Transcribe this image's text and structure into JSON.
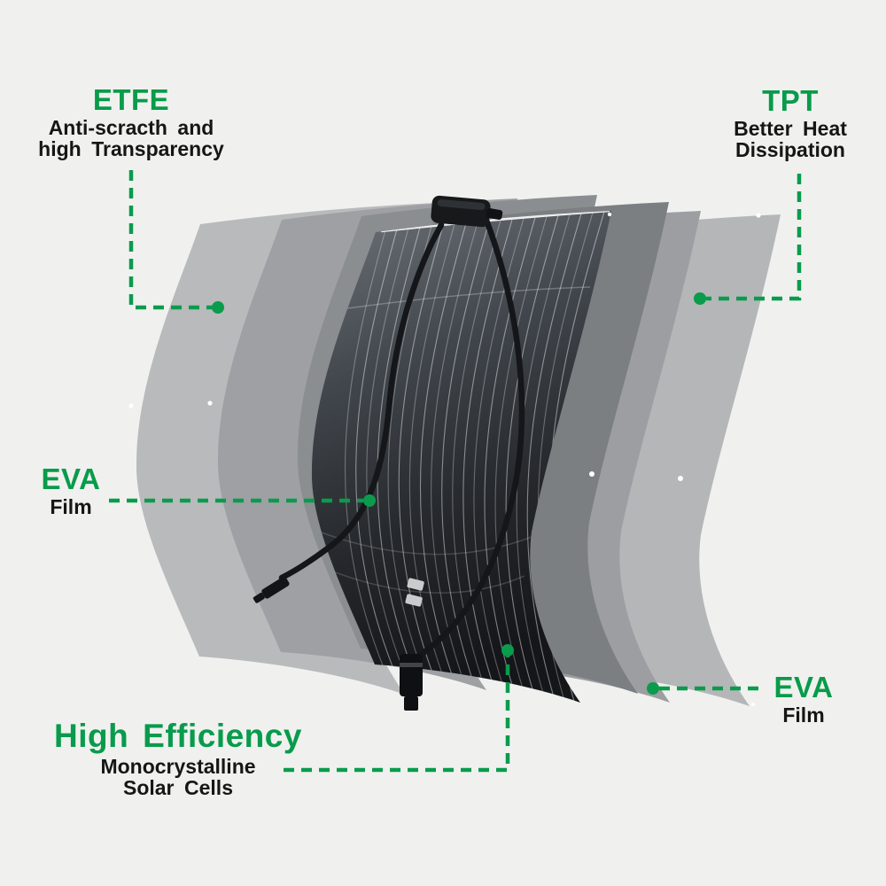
{
  "colors": {
    "accent": "#0a9b4c",
    "text": "#161616",
    "background": "#f0f1ef",
    "panel_dark": "#17191c",
    "sheet_light": "#b9babc"
  },
  "labels": {
    "etfe": {
      "title": "ETFE",
      "line1": "Anti-scracth and",
      "line2": "high Transparency"
    },
    "tpt": {
      "title": "TPT",
      "line1": "Better Heat",
      "line2": "Dissipation"
    },
    "eva_left": {
      "title": "EVA",
      "line1": "Film"
    },
    "high_efficiency": {
      "title": "High Efficiency",
      "line1": "Monocrystalline",
      "line2": "Solar Cells"
    },
    "eva_right": {
      "title": "EVA",
      "line1": "Film"
    }
  }
}
